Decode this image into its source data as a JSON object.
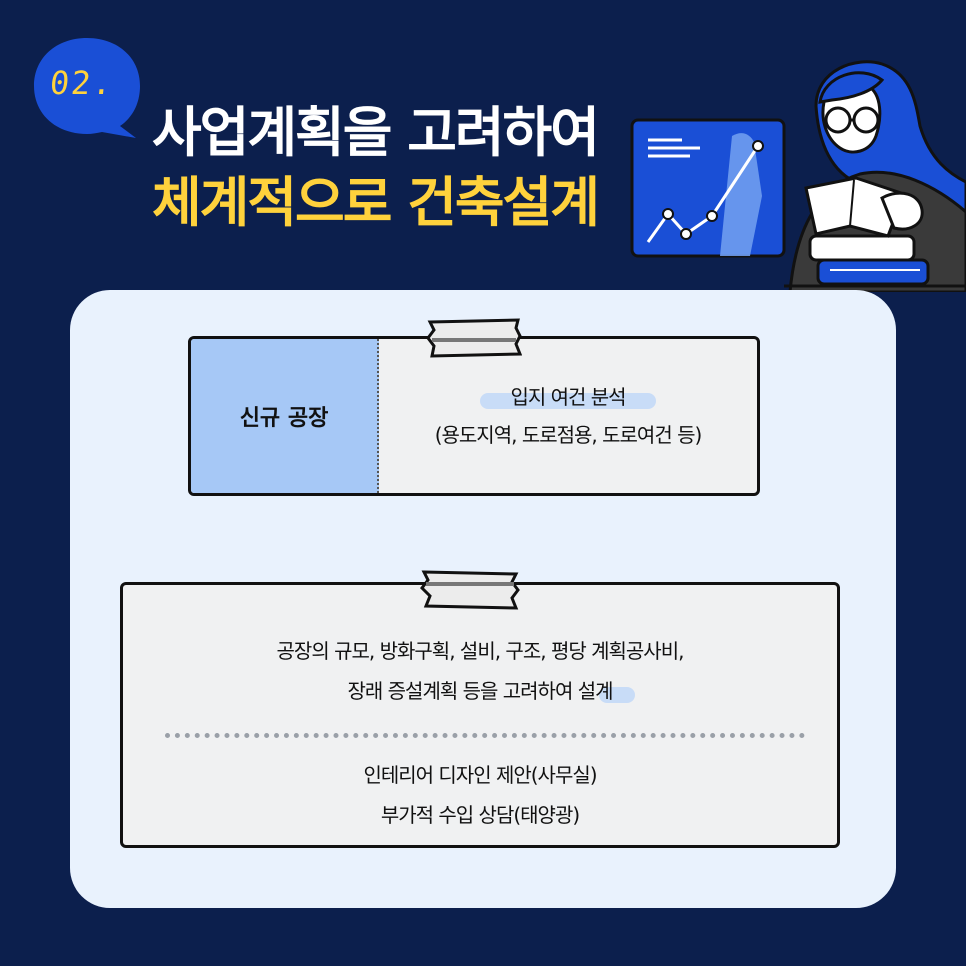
{
  "header": {
    "step_number": "02.",
    "title_line1": "사업계획을 고려하여",
    "title_line2": "체계적으로 건축설계"
  },
  "box1": {
    "label": "신규 공장",
    "line1": "입지 여건 분석",
    "line2": "(용도지역, 도로점용, 도로여건 등)"
  },
  "box2": {
    "line1": "공장의 규모, 방화구획, 설비, 구조, 평당 계획공사비,",
    "line2": "장래 증설계획 등을 고려하여 설계",
    "line3": "인테리어 디자인 제안(사무실)",
    "line4": "부가적 수입 상담(태양광)"
  },
  "colors": {
    "background": "#0c1f4d",
    "accent_yellow": "#ffd23c",
    "accent_blue": "#1a4fd6",
    "panel": "#e9f2fd",
    "label_cell": "#a6c8f6"
  },
  "icons": [
    "speech-bubble-icon",
    "chart-board-icon",
    "reading-woman-illustration"
  ]
}
